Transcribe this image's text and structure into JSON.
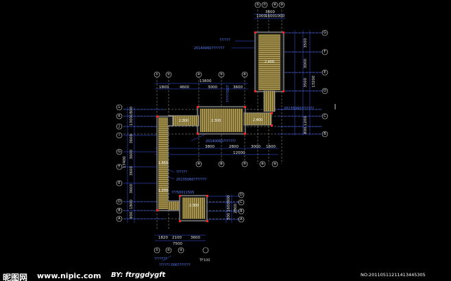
{
  "grid_bubbles": {
    "top_a": [
      "⑤",
      "⑦",
      "⑧",
      "⑩"
    ],
    "top_b": [
      "①",
      "②",
      "④",
      "⑤",
      "⑥"
    ],
    "right": [
      "G",
      "F",
      "E",
      "D",
      "C",
      "B"
    ],
    "left": [
      "L",
      "K",
      "J",
      "I",
      "H",
      "G",
      "F",
      "E",
      "D",
      "C",
      "B",
      "A"
    ],
    "bottom": [
      "④",
      "⑤",
      "⑥",
      "⑦",
      "⑧",
      "⑨"
    ],
    "bottom2": [
      "①",
      "②",
      "③"
    ],
    "lower_right": [
      "D",
      "C",
      "B",
      "A"
    ]
  },
  "dims": {
    "top_a_segments": [
      "1000",
      "1600",
      "1000"
    ],
    "top_a_total": "3600",
    "top_b_total": "13800",
    "top_b_segments": [
      "1800",
      "4600",
      "3000",
      "3600"
    ],
    "right_segments": [
      "3500",
      "3000",
      "3500"
    ],
    "right_total": "13200",
    "right_small": [
      "1200",
      "800"
    ],
    "mid_segments": [
      "3800",
      "2800",
      "3000",
      "1600"
    ],
    "mid_total": "12000",
    "left_segments": [
      "1800",
      "1300",
      "3600",
      "3600",
      "3600",
      "3600",
      "1800",
      "900"
    ],
    "left_total": "17400",
    "bottom_segments": [
      "1820",
      "2100",
      "3600"
    ],
    "bottom_total": "7500",
    "lower_right_segments": [
      "900",
      "1600",
      "300"
    ],
    "lower_right_total": "2800"
  },
  "notes": {
    "top_note_1": "??????",
    "top_note_2": "20140060???????",
    "upper_vertical_note": "??????007",
    "right_note": "20135060???????",
    "mid_note": "20140060???????",
    "left_note_1": "??????",
    "left_note_2": "20135060???????",
    "lower_note": "???50011505",
    "bottom_note_1": "???????",
    "bottom_note_2": "??????.000???????",
    "bottom_note_3": "TF100",
    "room_1": "2.400",
    "room_2": "2.300",
    "room_3": "2.400",
    "room_4": "2.300",
    "room_5": "1.650",
    "room_6": "1.200",
    "room_7": "2.300"
  },
  "watermark": {
    "logo": "昵图网",
    "url": "www.nipic.com",
    "by": "BY: ftrggdygft",
    "number": "NO:20110511211413445305"
  },
  "colors": {
    "background": "#000000",
    "stair_fill": "#8a7a3c",
    "wall": "#8a8a8a",
    "dimension_line": "#3b5cff",
    "grid_line": "#ffffff",
    "corner_column": "#ff2020"
  }
}
